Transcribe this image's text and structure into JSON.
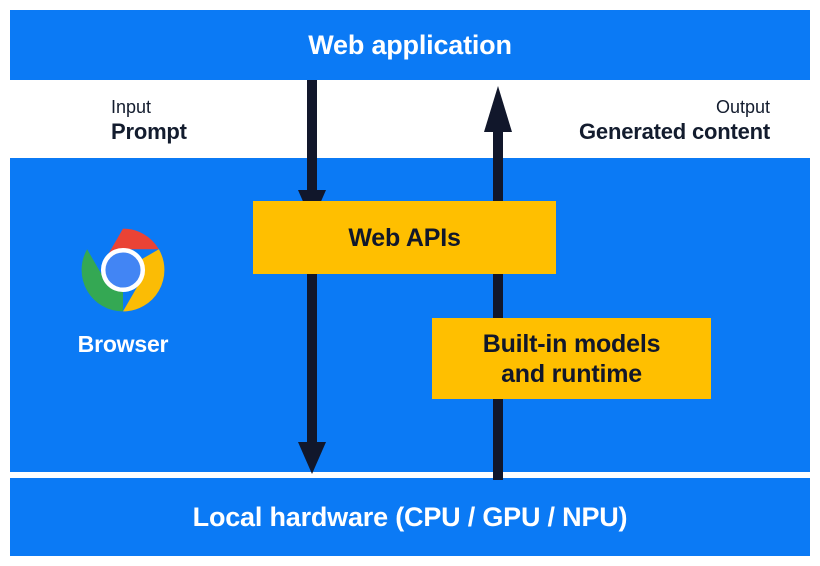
{
  "diagram": {
    "title": "Web application",
    "bands": [
      {
        "id": "web-application",
        "label": "Web application"
      },
      {
        "id": "browser",
        "label": "Browser"
      },
      {
        "id": "local-hardware",
        "label": "Local hardware (CPU / GPU / NPU)"
      }
    ],
    "flows": [
      {
        "id": "input",
        "kind": "Input",
        "value": "Prompt",
        "direction": "down"
      },
      {
        "id": "output",
        "kind": "Output",
        "value": "Generated content",
        "direction": "up"
      }
    ],
    "boxes": [
      {
        "id": "web-apis",
        "label": "Web APIs"
      },
      {
        "id": "built-in-models",
        "label": "Built-in models\nand runtime"
      }
    ],
    "browser": {
      "caption": "Browser",
      "logo": "chrome-logo-icon"
    },
    "colors": {
      "band_blue": "#0B7AF5",
      "box_yellow": "#FFBF00",
      "arrow_navy": "#11172B",
      "text_dark": "#131C2E",
      "text_light": "#FFFFFF",
      "chrome_red": "#EA4335",
      "chrome_green": "#34A853",
      "chrome_yellow": "#FBBC05",
      "chrome_blue": "#4285F4"
    }
  }
}
